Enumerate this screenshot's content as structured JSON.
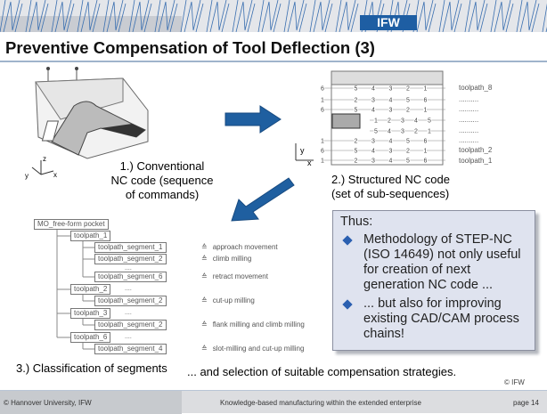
{
  "header": {
    "logo": "IFW",
    "title": "Preventive Compensation of Tool Deflection (3)"
  },
  "step1": {
    "caption_lines": [
      "1.) Conventional",
      "NC code (sequence",
      "of commands)"
    ],
    "axes": {
      "x": "x",
      "y": "y",
      "z": "z"
    }
  },
  "step2": {
    "caption_lines": [
      "2.) Structured NC code",
      "(set of sub-sequences)"
    ],
    "axes": {
      "x": "x",
      "y": "y"
    },
    "rows": [
      [
        "6",
        "5",
        "4",
        "3",
        "2",
        "1"
      ],
      [
        "1",
        "2",
        "3",
        "4",
        "5",
        "6"
      ],
      [
        "6",
        "5",
        "4",
        "3",
        "2",
        "1"
      ],
      [
        "1",
        "2",
        "3",
        "4",
        "5"
      ],
      [
        "5",
        "4",
        "3",
        "2",
        "1"
      ],
      [
        "1",
        "2",
        "3",
        "4",
        "5",
        "6"
      ],
      [
        "6",
        "5",
        "4",
        "3",
        "2",
        "1"
      ],
      [
        "1",
        "2",
        "3",
        "4",
        "5",
        "6"
      ]
    ],
    "right_labels": [
      "toolpath_8",
      "..........",
      "..........",
      "..........",
      "..........",
      "..........",
      "toolpath_2",
      "toolpath_1"
    ]
  },
  "tree": {
    "root": "MO_free-form pocket",
    "dots": "....",
    "nodes": [
      {
        "label": "toolpath_1",
        "level": 1
      },
      {
        "label": "toolpath_segment_1",
        "level": 2
      },
      {
        "label": "toolpath_segment_2",
        "level": 2
      },
      {
        "label": "toolpath_segment_6",
        "level": 2
      },
      {
        "label": "toolpath_2",
        "level": 1
      },
      {
        "label": "toolpath_segment_2",
        "level": 2
      },
      {
        "label": "toolpath_3",
        "level": 1
      },
      {
        "label": "toolpath_segment_2",
        "level": 2
      },
      {
        "label": "toolpath_6",
        "level": 1
      },
      {
        "label": "toolpath_segment_4",
        "level": 2
      }
    ],
    "strategies": [
      "approach movement",
      "climb milling",
      "retract movement",
      "cut-up milling",
      "flank milling and climb milling",
      "slot-milling and cut-up milling"
    ]
  },
  "step3": {
    "caption": "3.) Classification of segments",
    "caption_cont": "... and selection of suitable compensation strategies."
  },
  "thus": {
    "heading": "Thus:",
    "bullets": [
      "Methodology of STEP-NC (ISO 14649) not only useful for creation of next generation NC code ...",
      "... but also for improving existing CAD/CAM process chains!"
    ]
  },
  "copyright": "© IFW",
  "footer": {
    "left": "© Hannover University, IFW",
    "center": "Knowledge-based manufacturing within the extended enterprise",
    "right": "page 14"
  },
  "colors": {
    "accent": "#1e5ea3",
    "arrow": "#1f5fa0"
  }
}
